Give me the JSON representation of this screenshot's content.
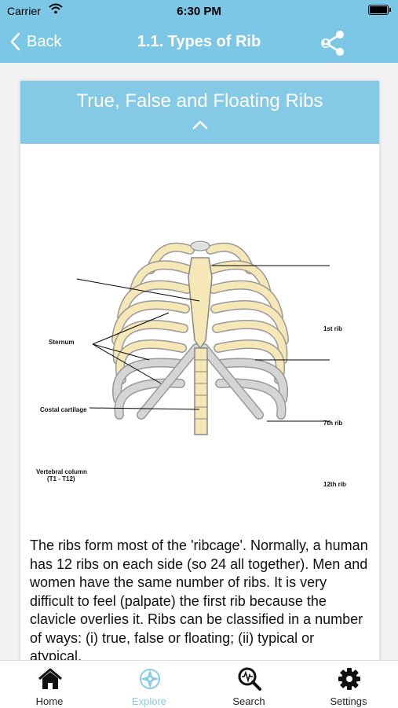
{
  "status_bar": {
    "carrier": "Carrier",
    "time": "6:30 PM"
  },
  "nav": {
    "back_label": "Back",
    "title": "1.1. Types of Rib"
  },
  "card": {
    "title": "True, False and Floating Ribs",
    "figure_labels": {
      "rib1": "1st rib",
      "sternum": "Sternum",
      "costal": "Costal cartilage",
      "rib7": "7th rib",
      "vertebral": "Vertebral column",
      "vertebral_range": "(T1 - T12)",
      "rib12": "12th rib"
    },
    "text": "The ribs form most of the 'ribcage'. Normally, a human has 12 ribs on each side (so 24 all together). Men and women have the same number of ribs. It is very difficult to feel (palpate) the first rib because the clavicle overlies it. Ribs can be classified in a number of ways: (i) true, false or floating; (ii) typical or atypical."
  },
  "tabs": [
    {
      "label": "Home",
      "icon": "home-icon",
      "active": false
    },
    {
      "label": "Explore",
      "icon": "compass-icon",
      "active": true
    },
    {
      "label": "Search",
      "icon": "search-icon",
      "active": false
    },
    {
      "label": "Settings",
      "icon": "gear-icon",
      "active": false
    }
  ],
  "colors": {
    "accent": "#7cc7e6",
    "card_header": "#84c9e6",
    "active_tab": "#8ccbe6",
    "bone": "#f6e7b6",
    "cartilage": "#d5d5d5"
  }
}
